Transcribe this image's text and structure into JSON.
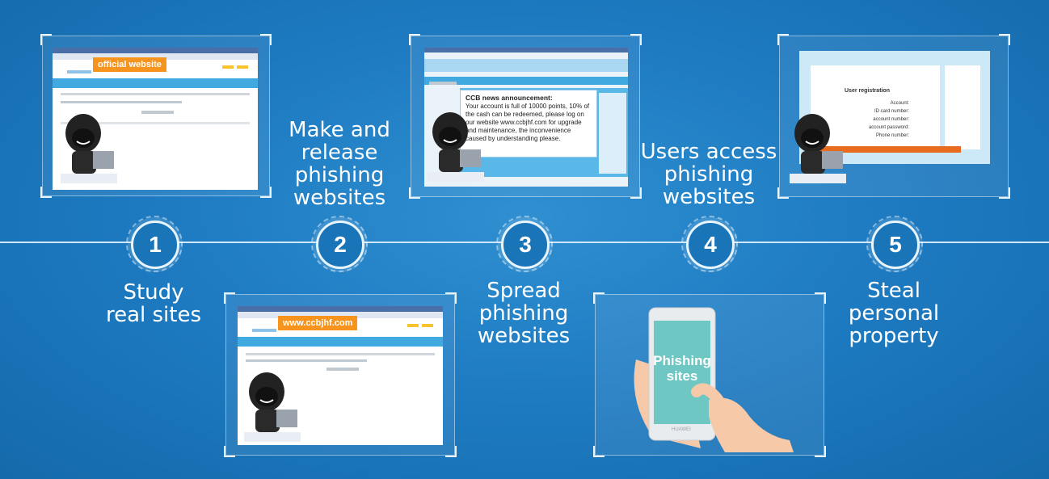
{
  "steps": [
    {
      "number": "1",
      "label_line1": "Study",
      "label_line2": "real sites"
    },
    {
      "number": "2",
      "label_line1": "Make and",
      "label_line2": "release",
      "label_line3": "phishing",
      "label_line4": "websites"
    },
    {
      "number": "3",
      "label_line1": "Spread",
      "label_line2": "phishing",
      "label_line3": "websites"
    },
    {
      "number": "4",
      "label_line1": "Users access",
      "label_line2": "phishing",
      "label_line3": "websites"
    },
    {
      "number": "5",
      "label_line1": "Steal",
      "label_line2": "personal",
      "label_line3": "property"
    }
  ],
  "panel1": {
    "tag": "official website"
  },
  "panel2": {
    "tag": "www.ccbjhf.com"
  },
  "panel3": {
    "title": "CCB news announcement:",
    "body": "Your account is full of 10000 points, 10% of the cash can be redeemed, please log on our website www.ccbjhf.com for upgrade and maintenance, the inconvenience caused by understanding please."
  },
  "panel4": {
    "screen_line1": "Phishing",
    "screen_line2": "sites",
    "brand": "HUAWEI"
  },
  "panel5": {
    "form_title": "User registration",
    "fields": [
      "Account:",
      "ID card number:",
      "account number:",
      "account password:",
      "Phone number:"
    ]
  },
  "colors": {
    "accent_orange": "#f7941d",
    "panel_blue": "#3fa9e0",
    "bg_blue": "#1f7cc3"
  }
}
